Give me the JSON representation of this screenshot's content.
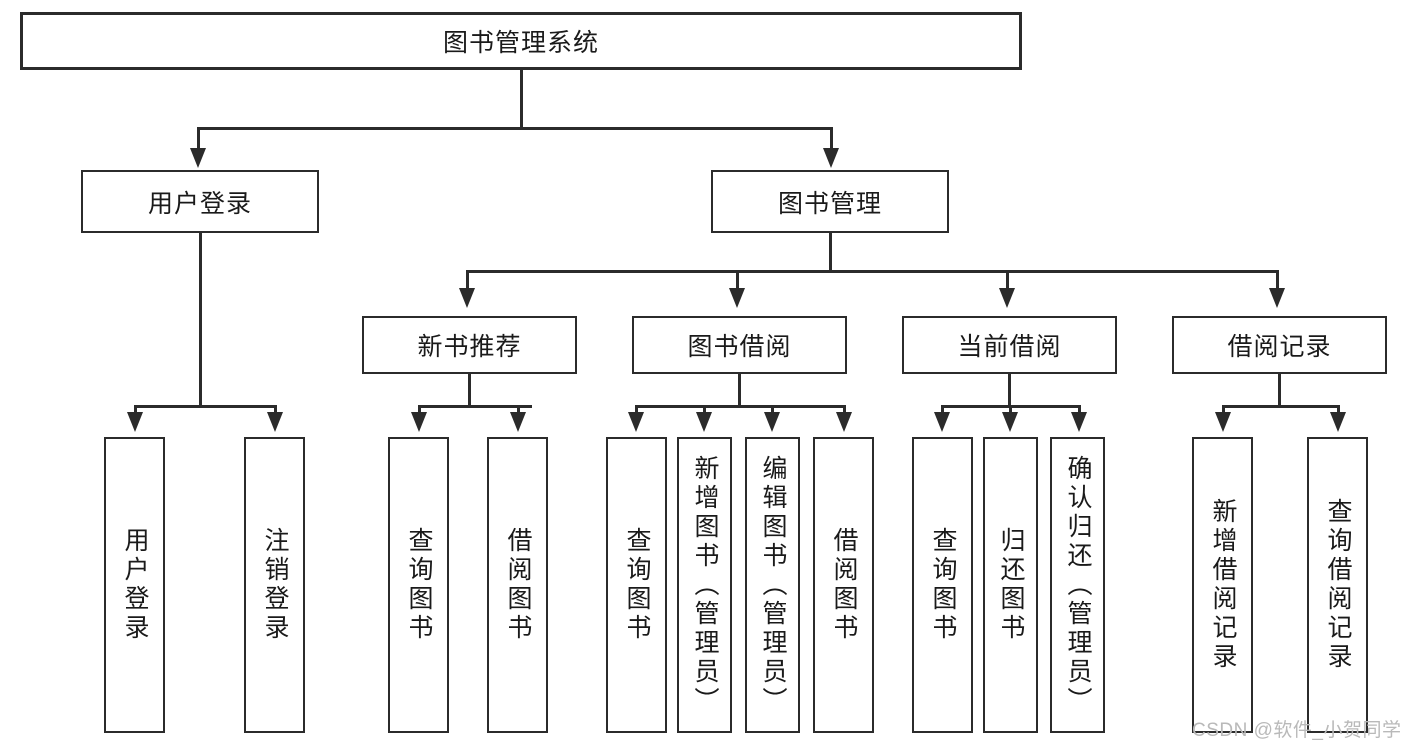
{
  "diagram": {
    "type": "hierarchy-tree",
    "title": "图书管理系统",
    "root": {
      "label": "图书管理系统"
    },
    "level1": [
      {
        "id": "user-login",
        "label": "用户登录"
      },
      {
        "id": "book-management",
        "label": "图书管理"
      }
    ],
    "level2": [
      {
        "id": "new-book-recommend",
        "label": "新书推荐",
        "parent": "book-management"
      },
      {
        "id": "book-borrow",
        "label": "图书借阅",
        "parent": "book-management"
      },
      {
        "id": "current-borrow",
        "label": "当前借阅",
        "parent": "book-management"
      },
      {
        "id": "borrow-record",
        "label": "借阅记录",
        "parent": "book-management"
      }
    ],
    "leaves": {
      "user-login": [
        {
          "id": "leaf-user-login",
          "label": "用户登录"
        },
        {
          "id": "leaf-logout-login",
          "label": "注销登录"
        }
      ],
      "new-book-recommend": [
        {
          "id": "leaf-query-book-1",
          "label": "查询图书"
        },
        {
          "id": "leaf-borrow-book-1",
          "label": "借阅图书"
        }
      ],
      "book-borrow": [
        {
          "id": "leaf-query-book-2",
          "label": "查询图书"
        },
        {
          "id": "leaf-add-book",
          "label": "新增图书（管理员）"
        },
        {
          "id": "leaf-edit-book",
          "label": "编辑图书（管理员）"
        },
        {
          "id": "leaf-borrow-book-2",
          "label": "借阅图书"
        }
      ],
      "current-borrow": [
        {
          "id": "leaf-query-book-3",
          "label": "查询图书"
        },
        {
          "id": "leaf-return-book",
          "label": "归还图书"
        },
        {
          "id": "leaf-confirm-return",
          "label": "确认归还（管理员）"
        }
      ],
      "borrow-record": [
        {
          "id": "leaf-add-record",
          "label": "新增借阅记录"
        },
        {
          "id": "leaf-query-record",
          "label": "查询借阅记录"
        }
      ]
    },
    "colors": {
      "stroke": "#2b2b2b",
      "background": "#ffffff",
      "text": "#1a1a1a",
      "watermark": "#b9b9b9"
    }
  },
  "watermark": {
    "text": "CSDN @软件_小贺同学"
  }
}
